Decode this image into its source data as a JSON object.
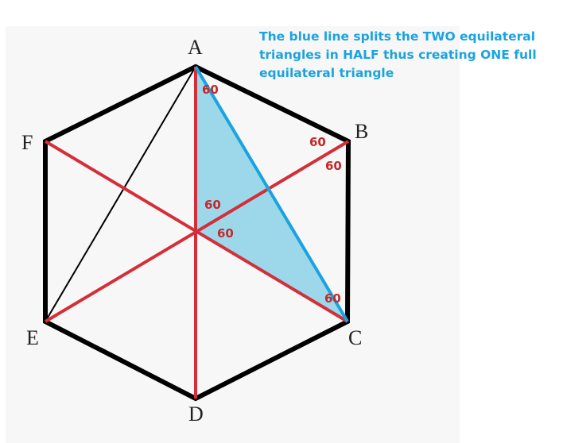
{
  "caption": {
    "line1": "The blue line splits the TWO equilateral",
    "line2": "triangles in HALF thus creating ONE full",
    "line3": "equilateral triangle"
  },
  "vertices": {
    "A": "A",
    "B": "B",
    "C": "C",
    "D": "D",
    "E": "E",
    "F": "F"
  },
  "angles": {
    "at_A": "60",
    "at_B_upper": "60",
    "at_B_lower": "60",
    "center_upper": "60",
    "center_lower": "60",
    "at_C": "60"
  },
  "colors": {
    "hexagon_edge": "#000000",
    "diagonal_red": "#d32f3a",
    "blue_line": "#1aa3e0",
    "shaded_triangle": "#9dd8ea",
    "angle_text": "#c62828",
    "caption_text": "#1aa3e0"
  }
}
